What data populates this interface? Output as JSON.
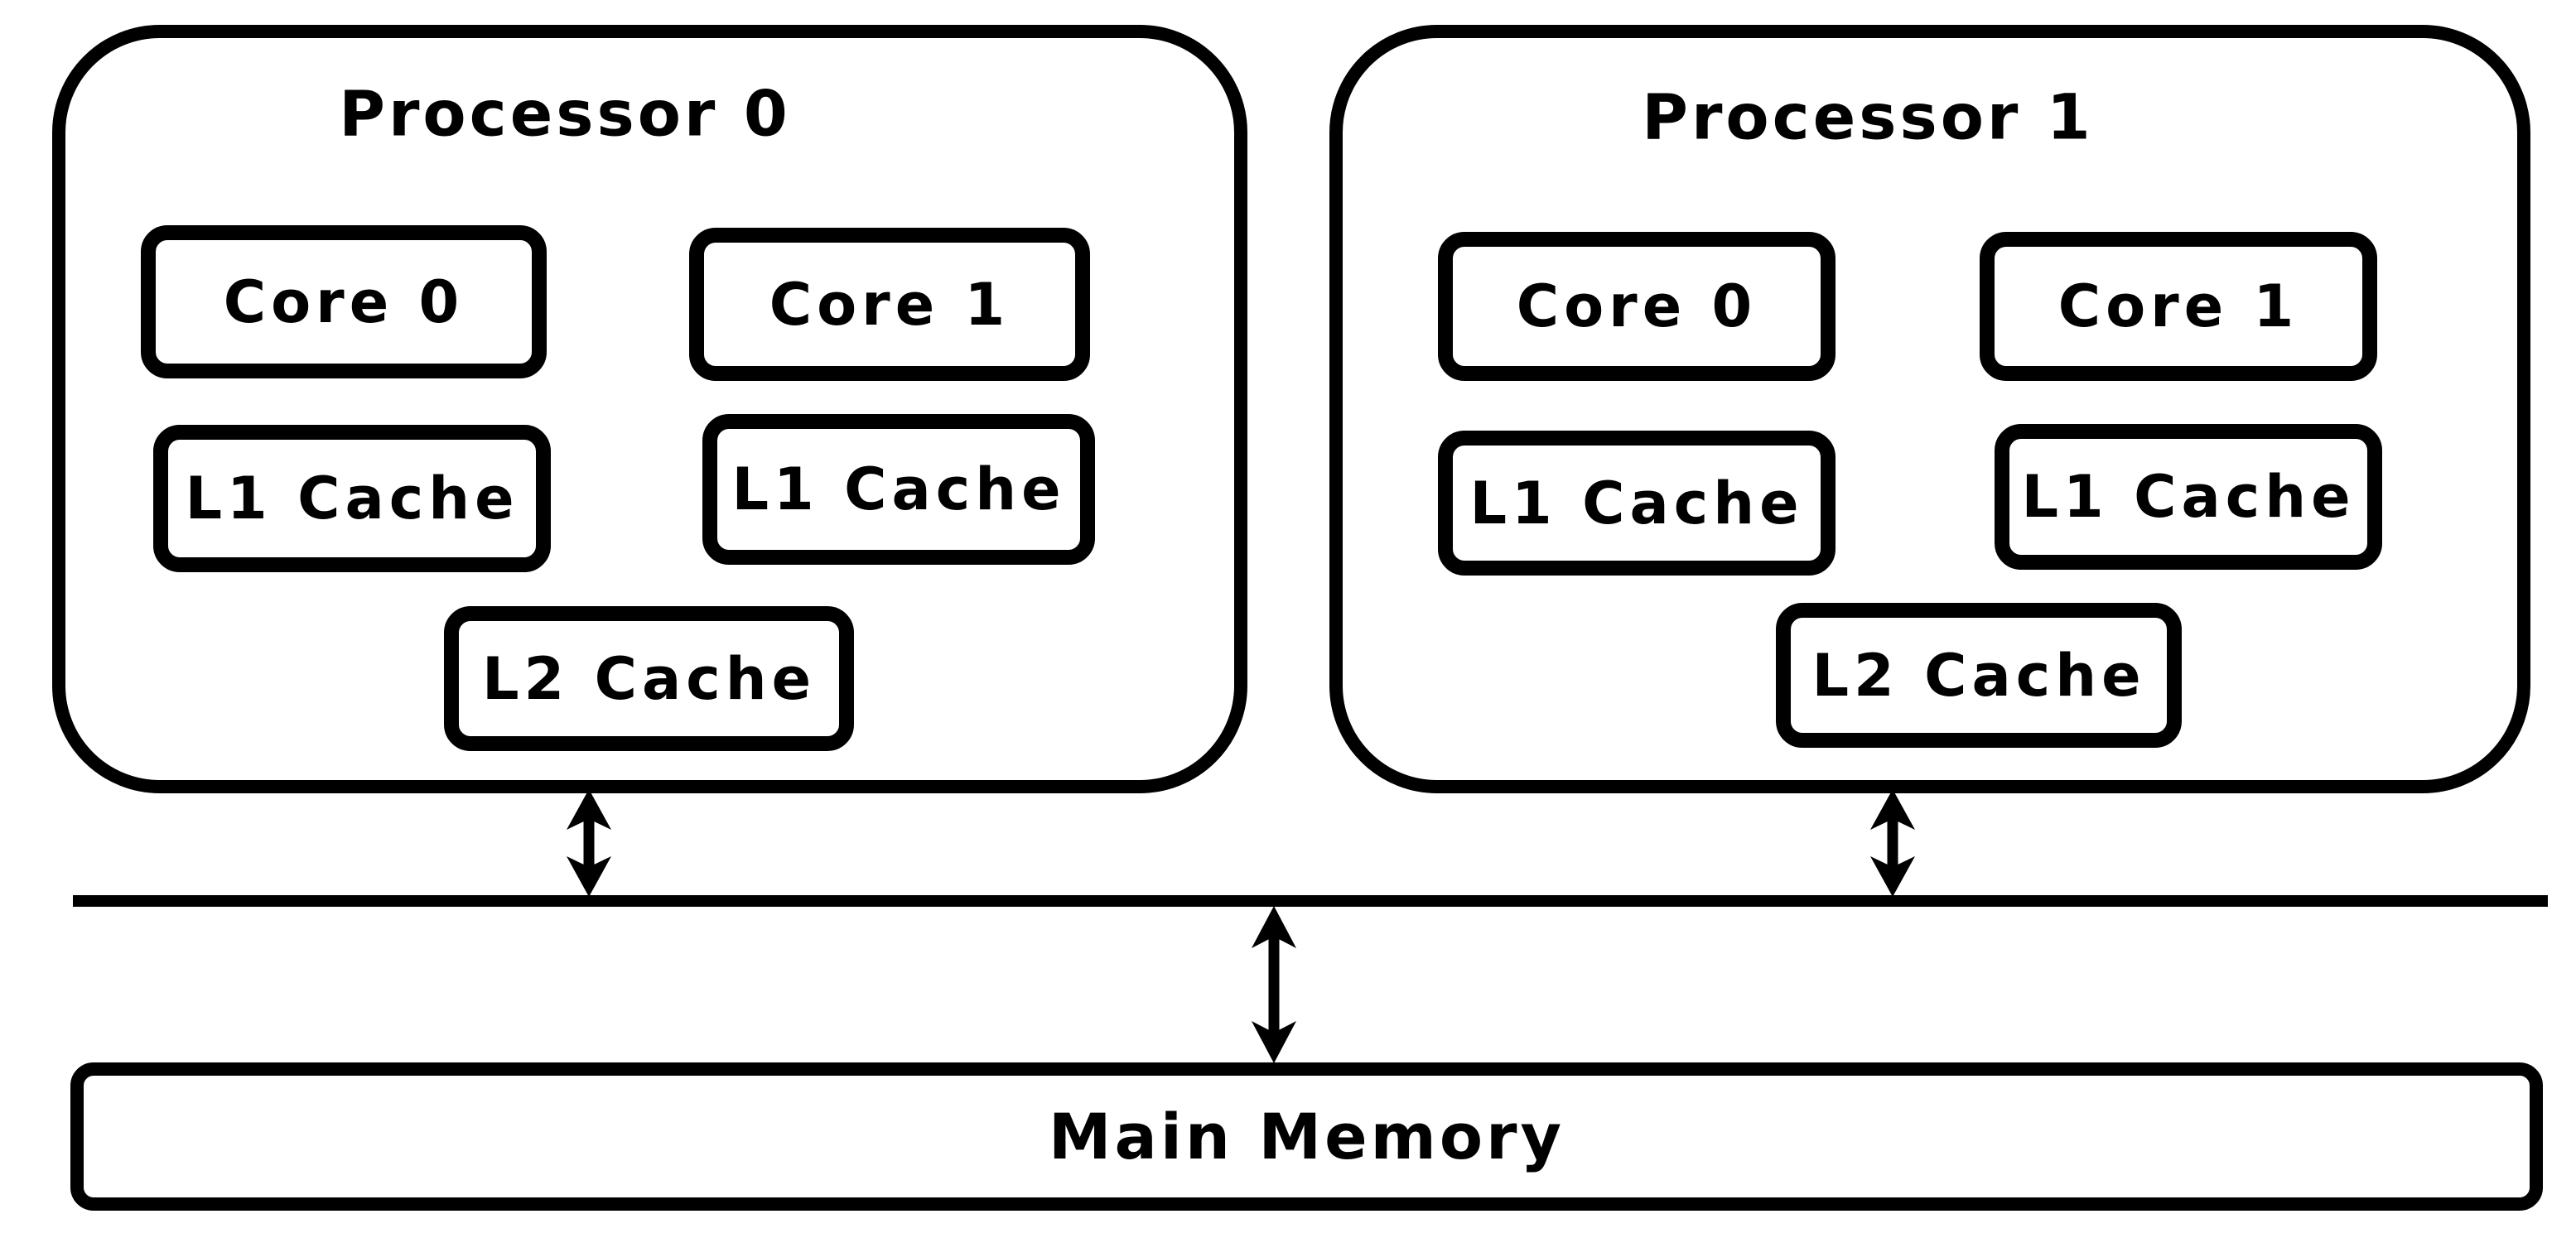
{
  "colors": {
    "background": "#ffffff",
    "stroke": "#000000"
  },
  "processors": [
    {
      "title": "Processor 0",
      "cores": [
        {
          "label": "Core 0"
        },
        {
          "label": "Core 1"
        }
      ],
      "l1_caches": [
        {
          "label": "L1 Cache"
        },
        {
          "label": "L1 Cache"
        }
      ],
      "l2_cache": {
        "label": "L2 Cache"
      }
    },
    {
      "title": "Processor 1",
      "cores": [
        {
          "label": "Core 0"
        },
        {
          "label": "Core 1"
        }
      ],
      "l1_caches": [
        {
          "label": "L1 Cache"
        },
        {
          "label": "L1 Cache"
        }
      ],
      "l2_cache": {
        "label": "L2 Cache"
      }
    }
  ],
  "main_memory": {
    "label": "Main Memory"
  },
  "connections": [
    {
      "from": "processor-0",
      "to": "system-bus",
      "style": "double-headed-arrow"
    },
    {
      "from": "processor-1",
      "to": "system-bus",
      "style": "double-headed-arrow"
    },
    {
      "from": "system-bus",
      "to": "main-memory",
      "style": "double-headed-arrow"
    }
  ]
}
